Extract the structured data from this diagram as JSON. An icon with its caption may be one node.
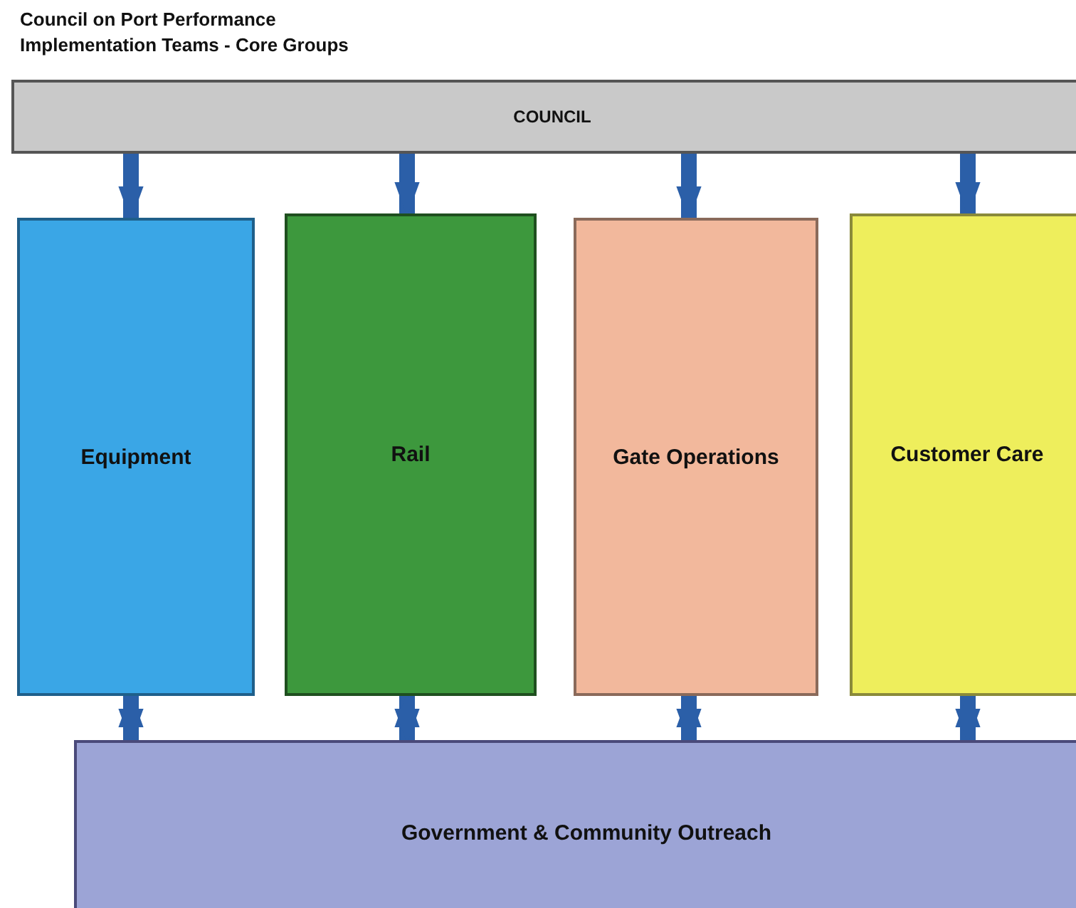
{
  "diagram": {
    "title": "Council on Port Performance Implementation Teams - Core Groups",
    "nodes": [
      {
        "text": [
          "COUNCIL"
        ]
      },
      {
        "text": [
          "Equipment"
        ]
      },
      {
        "text": [
          "Rail"
        ]
      },
      {
        "text": [
          "Gate Operations"
        ]
      },
      {
        "text": [
          "Customer Care"
        ]
      },
      {
        "text": [
          "Government & Community Outreach"
        ]
      }
    ],
    "edges": [
      {
        "from": 0,
        "to": 1,
        "arrow": "to"
      },
      {
        "from": 0,
        "to": 2,
        "arrow": "to"
      },
      {
        "from": 0,
        "to": 3,
        "arrow": "to"
      },
      {
        "from": 0,
        "to": 4,
        "arrow": "to"
      },
      {
        "from": 1,
        "to": 5,
        "arrow": "both"
      },
      {
        "from": 2,
        "to": 5,
        "arrow": "both"
      },
      {
        "from": 3,
        "to": 5,
        "arrow": "both"
      },
      {
        "from": 4,
        "to": 5,
        "arrow": "both"
      }
    ]
  }
}
